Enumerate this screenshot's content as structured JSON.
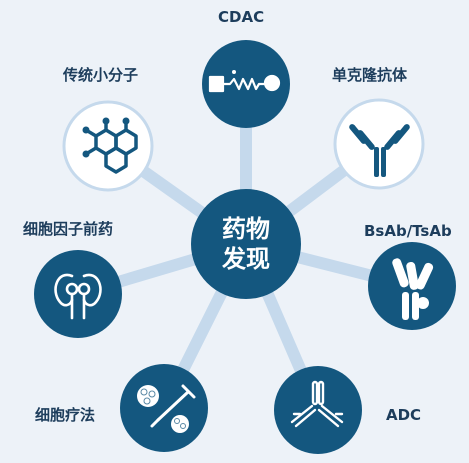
{
  "center": {
    "line1": "药物",
    "line2": "发现"
  },
  "nodes": {
    "cdac": "CDAC",
    "small_molecule": "传统小分子",
    "monoclonal_antibody": "单克隆抗体",
    "bispecific": "BsAb/TsAb",
    "cytokine_prodrug": "细胞因子前药",
    "cell_therapy": "细胞疗法",
    "adc": "ADC"
  },
  "colors": {
    "background": "#edf2f8",
    "dark_blue": "#14577f",
    "spoke": "#c5d9ec",
    "label": "#1d3d5c",
    "icon_stroke": "#14577f"
  },
  "icons": {
    "cdac": "linker-conjugate-icon",
    "small_molecule": "molecule-icon",
    "monoclonal_antibody": "antibody-icon",
    "bispecific": "bispecific-antibody-icon",
    "cytokine_prodrug": "cytokine-prodrug-icon",
    "cell_therapy": "cells-syringe-icon",
    "adc": "antibody-drug-conjugate-icon"
  }
}
